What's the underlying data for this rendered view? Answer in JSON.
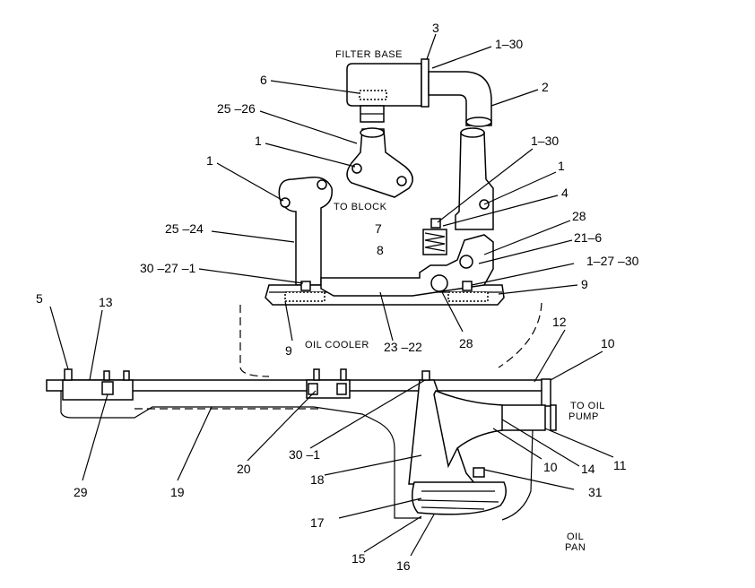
{
  "captions": {
    "filter_base": "FILTER BASE",
    "to_block": "TO BLOCK",
    "oil_cooler": "OIL COOLER",
    "to_oil_pump_1": "TO OIL",
    "to_oil_pump_2": "PUMP",
    "oil_pan_1": "OIL",
    "oil_pan_2": "PAN"
  },
  "callouts": {
    "c3": "3",
    "c1_30_top": "1–30",
    "c2": "2",
    "c6": "6",
    "c25_26": "25 –26",
    "c1_a": "1",
    "c1_b": "1",
    "c1_30_mid": "1–30",
    "c1_c": "1",
    "c4": "4",
    "c28_top": "28",
    "c7": "7",
    "c8": "8",
    "c25_24": "25 –24",
    "c21_6": "21–6",
    "c30_27_1": "30 –27 –1",
    "c1_27_30": "1–27 –30",
    "c9_right": "9",
    "c5": "5",
    "c13": "13",
    "c9_left": "9",
    "c23_22": "23 –22",
    "c28_bottom": "28",
    "c12": "12",
    "c10_top": "10",
    "c29": "29",
    "c19": "19",
    "c20": "20",
    "c30_1": "30 –1",
    "c18": "18",
    "c10_bottom": "10",
    "c14": "14",
    "c11": "11",
    "c31": "31",
    "c17": "17",
    "c15": "15",
    "c16": "16"
  }
}
